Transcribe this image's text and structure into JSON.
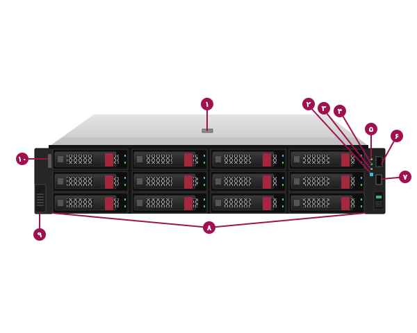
{
  "diagram": {
    "subject": "2U rack server, front view (12 LFF drive bays)",
    "accent_color": "#a0104f",
    "callouts": [
      {
        "id": 1,
        "label": "۱",
        "target": "top-cover-latch"
      },
      {
        "id": 2,
        "label": "۲",
        "target": "status-led-1"
      },
      {
        "id": 3,
        "label": "۳",
        "target": "status-led-2"
      },
      {
        "id": 4,
        "label": "۴",
        "target": "status-led-3"
      },
      {
        "id": 5,
        "label": "۵",
        "target": "power-button-led"
      },
      {
        "id": 6,
        "label": "۶",
        "target": "usb-port"
      },
      {
        "id": 7,
        "label": "۷",
        "target": "ilo-service-port"
      },
      {
        "id": 8,
        "label": "۸",
        "target": "drive-bays"
      },
      {
        "id": 9,
        "label": "۹",
        "target": "serial-label-pull-tab"
      },
      {
        "id": 10,
        "label": "۱۰",
        "target": "left-rack-ear-latch"
      }
    ],
    "drive_bays": {
      "rows": 3,
      "columns": 4,
      "handle_color": "#a3283d",
      "activity_led_color": "#39c2e6",
      "status_led_color": "#3bd04a"
    },
    "front_leds": [
      {
        "name": "health",
        "color": "#36d14a"
      },
      {
        "name": "nic",
        "color": "#36d14a"
      },
      {
        "name": "uid",
        "color": "#36d14a"
      },
      {
        "name": "power",
        "color": "#2bc2e0"
      }
    ]
  }
}
